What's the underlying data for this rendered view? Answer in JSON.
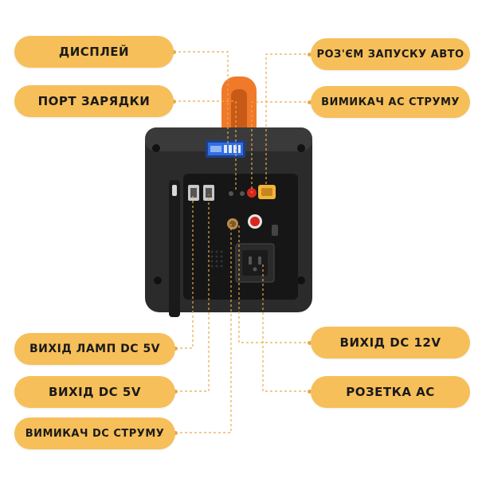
{
  "labels": {
    "display": "ДИСПЛЕЙ",
    "charging_port": "ПОРТ ЗАРЯДКИ",
    "car_start_connector": "РОЗ'ЄМ ЗАПУСКУ АВТО",
    "ac_switch": "ВИМИКАЧ AC СТРУМУ",
    "lamp_output_dc5v": "ВИХІД ЛАМП DC 5V",
    "output_dc5v": "ВИХІД DC 5V",
    "dc_switch": "ВИМИКАЧ DC СТРУМУ",
    "output_dc12v": "ВИХІД DC 12V",
    "ac_socket": "РОЗЕТКА AC"
  },
  "colors": {
    "label_fill": "#f6bf59",
    "leader_line": "#e9a94a",
    "device_body": "#2b2b2b",
    "handle": "#f07a2a",
    "display_screen": "#2f6fe0"
  }
}
